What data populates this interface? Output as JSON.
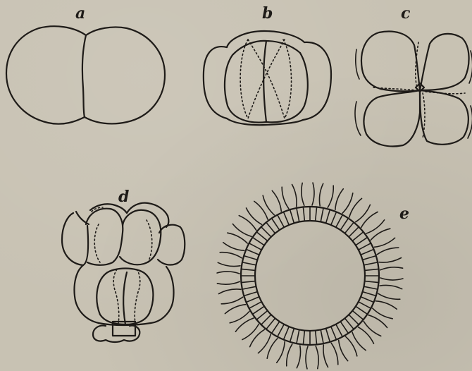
{
  "figure": {
    "background": "#c8c2b3",
    "ink": "#1e1b18",
    "panels": [
      {
        "id": "a",
        "label": "a"
      },
      {
        "id": "b",
        "label": "b"
      },
      {
        "id": "c",
        "label": "c"
      },
      {
        "id": "d",
        "label": "d"
      },
      {
        "id": "e",
        "label": "e"
      }
    ]
  }
}
